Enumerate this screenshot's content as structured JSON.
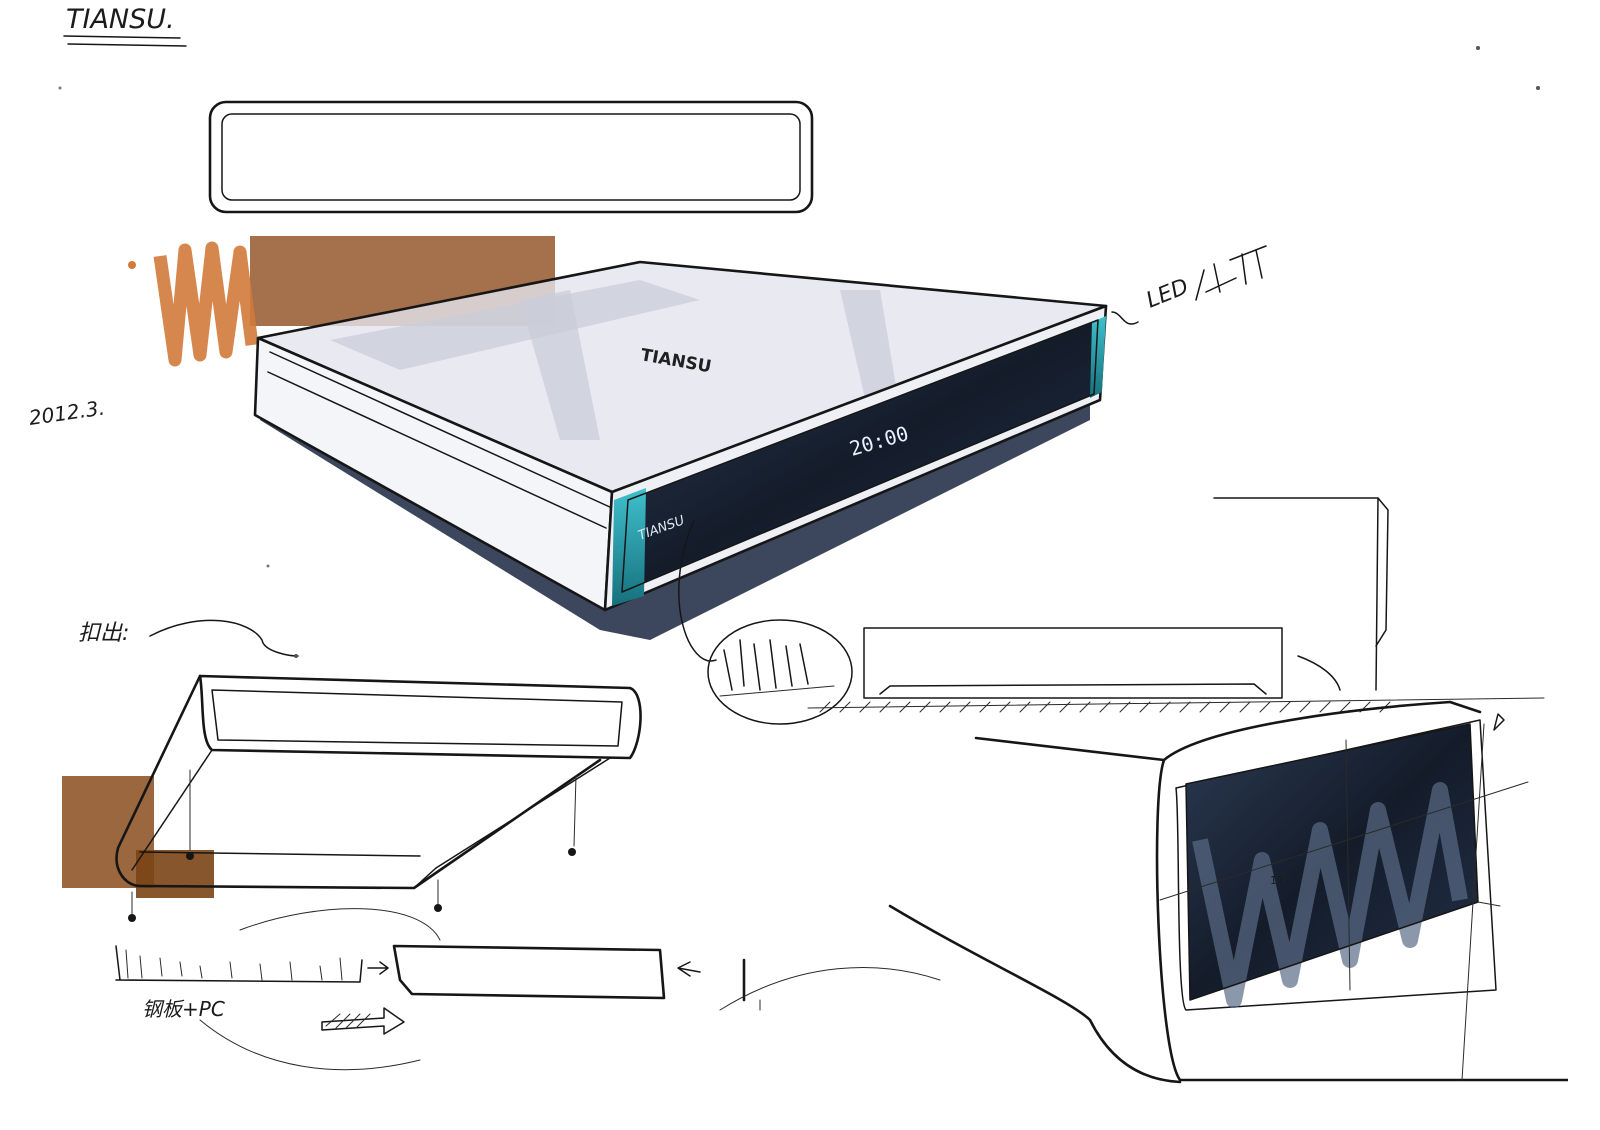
{
  "sheet": {
    "brand_title": "TIANSU.",
    "date": "2012.3.",
    "device_top_label": "TIANSU",
    "display_text": "20:00",
    "front_logo": "TIANSU",
    "note_led": "LED",
    "note_fit": "扣出:",
    "note_material": "钢板+PC",
    "note_mark": "11"
  },
  "colors": {
    "ink": "#161616",
    "orange_marker": "#c8642a",
    "brown_marker": "#7a4416",
    "navy_panel": "#1c2433",
    "teal_frame": "#1f8c9c",
    "grey_wash": "#c9ccd8"
  }
}
